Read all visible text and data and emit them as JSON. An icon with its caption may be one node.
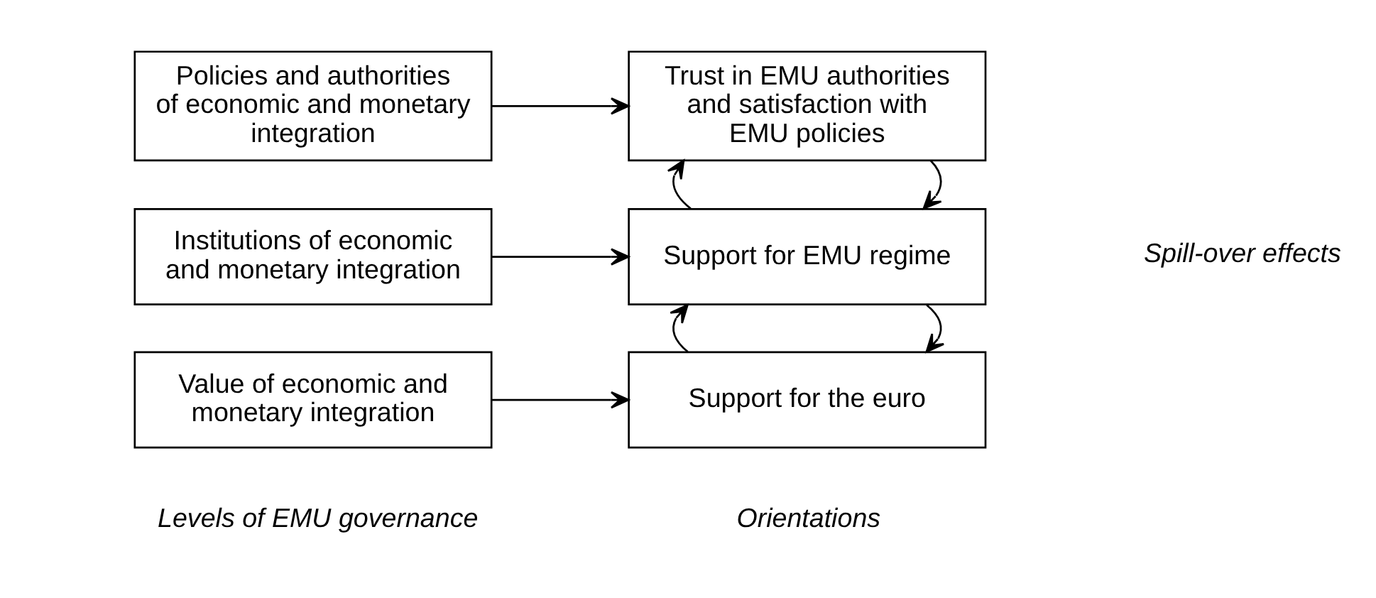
{
  "diagram": {
    "nodes": [
      {
        "text": [
          "Value of economic and monetary integration"
        ]
      },
      {
        "text": [
          "Support for the euro"
        ]
      },
      {
        "text": [
          "Institutions of economic and monetary integration"
        ]
      },
      {
        "text": [
          "Support for EMU regime"
        ]
      },
      {
        "text": [
          "Policies and authorities of economic and monetary integration"
        ]
      },
      {
        "text": [
          "Trust in EMU authorities and satisfaction with EMU policies"
        ]
      }
    ],
    "edges": [
      {
        "from": 0,
        "to": 1,
        "arrow": "to"
      },
      {
        "from": 3,
        "to": 1,
        "arrow": "to"
      },
      {
        "from": 1,
        "to": 3,
        "arrow": "to"
      },
      {
        "from": 2,
        "to": 3,
        "arrow": "to"
      },
      {
        "from": 5,
        "to": 3,
        "arrow": "to"
      },
      {
        "from": 3,
        "to": 5,
        "arrow": "to"
      },
      {
        "from": 4,
        "to": 5,
        "arrow": "to"
      }
    ],
    "labels": [
      "Spill-over effects",
      "Levels of EMU governance",
      "Orientations"
    ]
  }
}
